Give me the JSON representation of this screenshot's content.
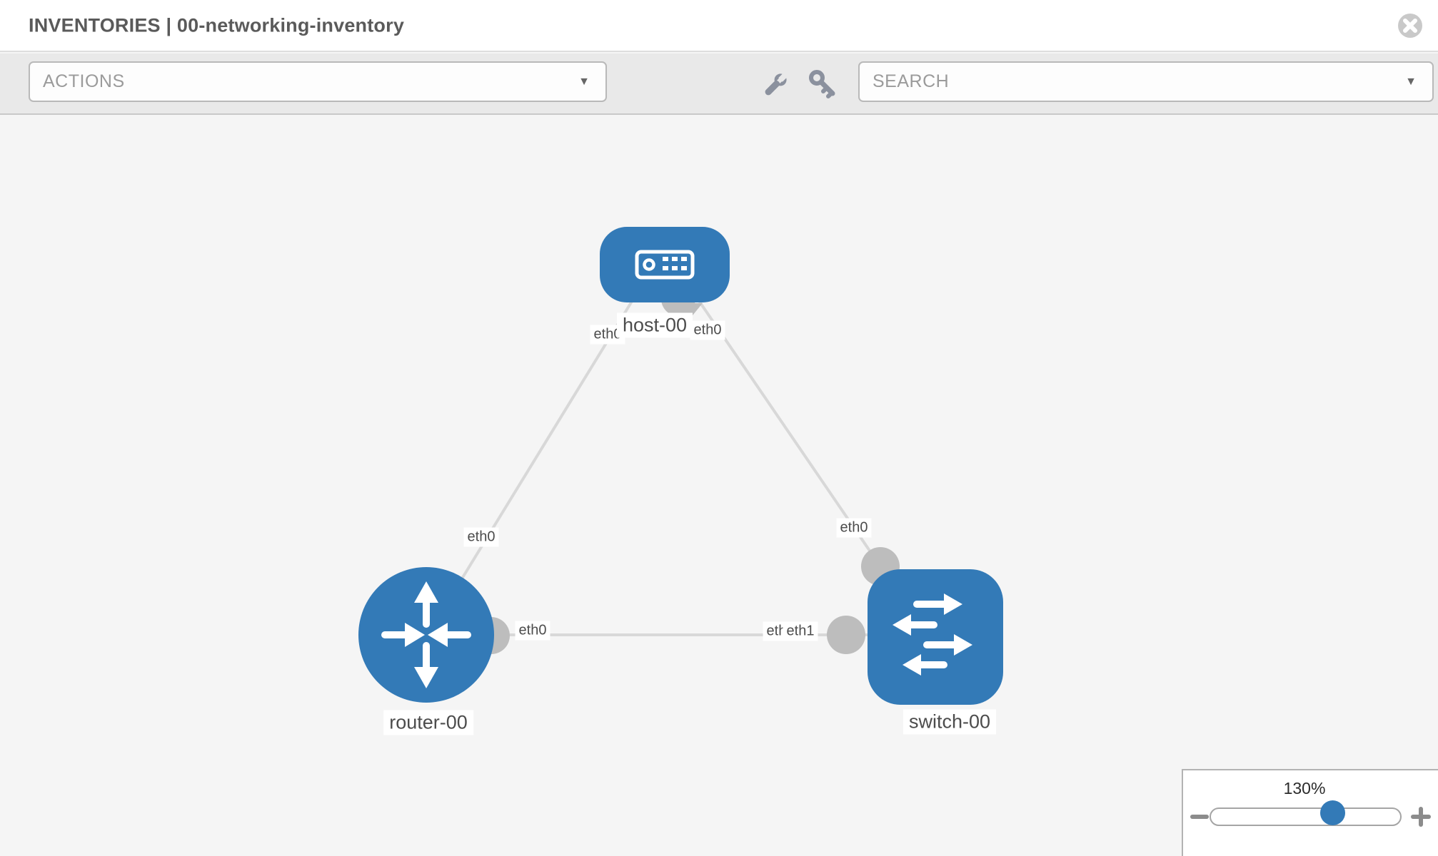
{
  "header": {
    "title": "INVENTORIES | 00-networking-inventory"
  },
  "toolbar": {
    "actions": {
      "value": "ACTIONS"
    },
    "search": {
      "value": "SEARCH"
    },
    "caret": "▼"
  },
  "icons": {
    "wrench": "wrench-icon",
    "key": "key-icon",
    "close": "close-icon"
  },
  "colors": {
    "node_blue": "#337ab7",
    "endpoint_gray": "#bdbdbd",
    "link_gray": "#d8d8d8",
    "label_text": "#4c4c4c"
  },
  "diagram": {
    "nodes": [
      {
        "label": "host-00",
        "type": "host"
      },
      {
        "label": "router-00",
        "type": "router"
      },
      {
        "label": "switch-00",
        "type": "switch"
      }
    ],
    "links": [
      {
        "from": "host-00",
        "to": "router-00"
      },
      {
        "from": "host-00",
        "to": "switch-00"
      },
      {
        "from": "router-00",
        "to": "switch-00"
      }
    ],
    "interfaces": [
      {
        "label": "eth0",
        "location": "host-left"
      },
      {
        "label": "eth0",
        "location": "host-right"
      },
      {
        "label": "eth0",
        "location": "link-host-router"
      },
      {
        "label": "eth0",
        "location": "link-host-switch"
      },
      {
        "label": "eth0",
        "location": "router-right"
      },
      {
        "label": "eth0",
        "location": "switch-left-behind"
      },
      {
        "label": "eth1",
        "location": "switch-left"
      }
    ]
  },
  "zoom_control": {
    "level_label": "130%",
    "percent": 130
  }
}
